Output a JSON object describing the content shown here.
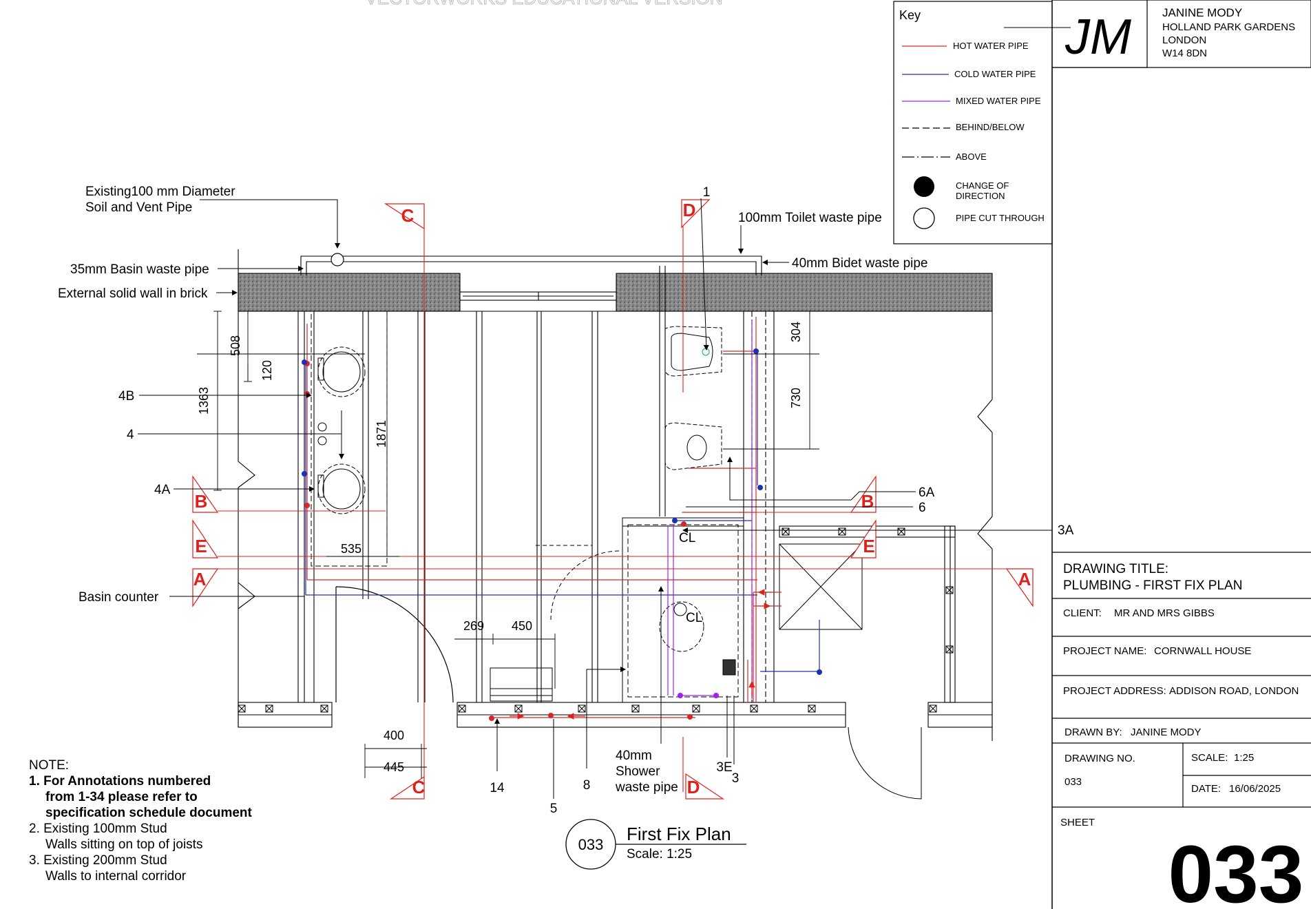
{
  "watermark": "VECTORWORKS EDUCATIONAL VERSION",
  "key": {
    "title": "Key",
    "items": [
      {
        "label": "HOT WATER PIPE",
        "color": "#d62728"
      },
      {
        "label": "COLD WATER PIPE",
        "color": "#1f2fb5"
      },
      {
        "label": "MIXED WATER PIPE",
        "color": "#a020f0"
      },
      {
        "label": "BEHIND/BELOW",
        "color": "#000000"
      },
      {
        "label": "ABOVE",
        "color": "#000000"
      },
      {
        "label": "CHANGE OF DIRECTION",
        "line1": "CHANGE OF",
        "line2": "DIRECTION"
      },
      {
        "label": "PIPE CUT THROUGH"
      }
    ]
  },
  "logo": {
    "letters": "JM"
  },
  "address": {
    "name": "JANINE MODY",
    "line1": "HOLLAND PARK GARDENS",
    "line2": "LONDON",
    "line3": "W14 8DN"
  },
  "title_block": {
    "drawing_title_label": "DRAWING TITLE:",
    "drawing_title": "PLUMBING - FIRST FIX PLAN",
    "client_label": "CLIENT:",
    "client": "MR AND MRS GIBBS",
    "project_name_label": "PROJECT NAME:",
    "project_name": "CORNWALL HOUSE",
    "project_address_label": "PROJECT ADDRESS:",
    "project_address": "ADDISON ROAD, LONDON",
    "drawn_by_label": "DRAWN BY:",
    "drawn_by": "JANINE MODY",
    "drawing_no_label": "DRAWING NO.",
    "drawing_no": "033",
    "scale_label": "SCALE:",
    "scale": "1:25",
    "date_label": "DATE:",
    "date": "16/06/2025",
    "sheet_label": "SHEET",
    "sheet": "033"
  },
  "plan_title": {
    "number": "033",
    "title": "First Fix Plan",
    "scale": "Scale: 1:25"
  },
  "annotations": {
    "soil_vent_1": "Existing100 mm Diameter",
    "soil_vent_2": "Soil and Vent Pipe",
    "basin_waste": "35mm Basin waste pipe",
    "external_wall": "External solid wall in brick",
    "toilet_waste": "100mm Toilet waste pipe",
    "bidet_waste": "40mm Bidet waste pipe",
    "basin_counter": "Basin counter",
    "shower_waste_1": "40mm",
    "shower_waste_2": "Shower",
    "shower_waste_3": "waste pipe",
    "cl": "CL"
  },
  "callouts": [
    "1",
    "4B",
    "4",
    "4A",
    "6A",
    "6",
    "3A",
    "14",
    "5",
    "8",
    "3E",
    "3"
  ],
  "dimensions": [
    "508",
    "120",
    "1363",
    "1871",
    "535",
    "304",
    "730",
    "269",
    "450",
    "400",
    "445"
  ],
  "section_markers": [
    "A",
    "B",
    "C",
    "D",
    "E"
  ],
  "notes": {
    "heading": "NOTE:",
    "n1a": "1. For Annotations numbered",
    "n1b": "from 1-34 please refer to",
    "n1c": "specification schedule document",
    "n2a": "2. Existing 100mm Stud",
    "n2b": "Walls sitting on top of joists",
    "n3a": "3. Existing 200mm Stud",
    "n3b": "Walls to internal corridor"
  },
  "colors": {
    "hot": "#d62728",
    "cold": "#1f2fb5",
    "mixed": "#a020f0",
    "section": "#e0201b"
  }
}
